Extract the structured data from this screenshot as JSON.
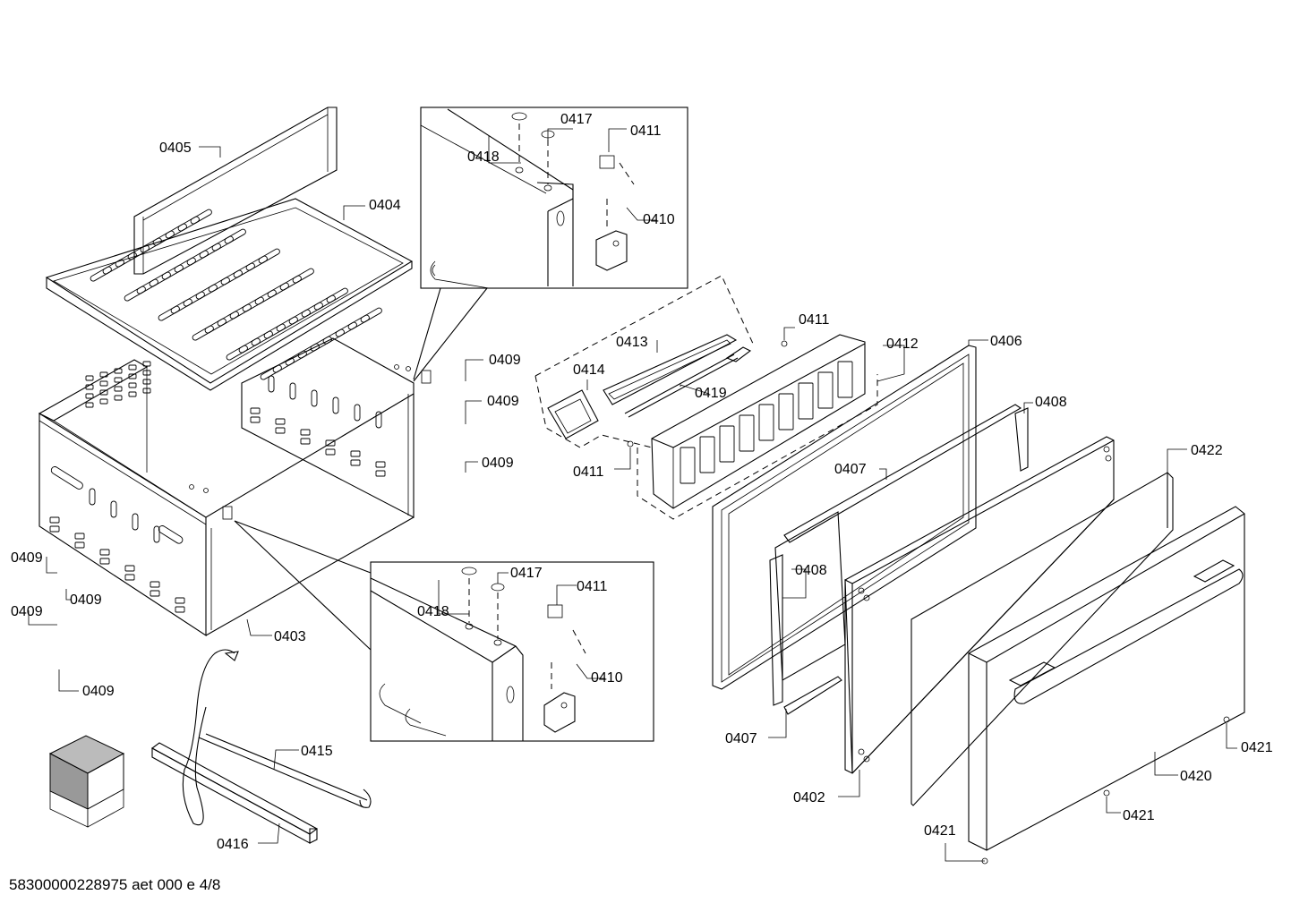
{
  "labels": {
    "l0405": "0405",
    "l0404": "0404",
    "l0403": "0403",
    "l0409a": "0409",
    "l0409b": "0409",
    "l0409c": "0409",
    "l0409d": "0409",
    "l0409e": "0409",
    "l0409f": "0409",
    "l0409g": "0409",
    "l0418a": "0418",
    "l0417a": "0417",
    "l0411a": "0411",
    "l0410a": "0410",
    "l0418b": "0418",
    "l0417b": "0417",
    "l0411b": "0411",
    "l0410b": "0410",
    "l0413": "0413",
    "l0414": "0414",
    "l0419": "0419",
    "l0411c": "0411",
    "l0411d": "0411",
    "l0412": "0412",
    "l0406": "0406",
    "l0408a": "0408",
    "l0407a": "0407",
    "l0422": "0422",
    "l0408b": "0408",
    "l0407b": "0407",
    "l0402": "0402",
    "l0420": "0420",
    "l0421a": "0421",
    "l0421b": "0421",
    "l0421c": "0421",
    "l0415": "0415",
    "l0416": "0416"
  },
  "doc_id": "58300000228975 aet 000 e 4/8"
}
